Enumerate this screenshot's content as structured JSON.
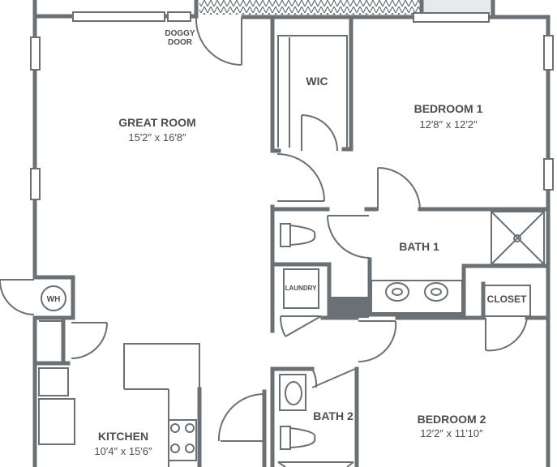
{
  "colors": {
    "wall": "#6b7075",
    "line": "#6b7075",
    "fill_dark": "#6b7075",
    "patio_hatch": "#6b7075",
    "background": "#ffffff"
  },
  "rooms": {
    "great_room": {
      "name": "GREAT ROOM",
      "dims": "15′2″ x 16′8″"
    },
    "bedroom_1": {
      "name": "BEDROOM 1",
      "dims": "12′8″ x 12′2″"
    },
    "bedroom_2": {
      "name": "BEDROOM 2",
      "dims": "12′2″ x 11′10″"
    },
    "kitchen": {
      "name": "KITCHEN",
      "dims": "10′4″ x 15′6″"
    },
    "bath_1": {
      "name": "BATH 1"
    },
    "bath_2": {
      "name": "BATH 2"
    },
    "wic": {
      "name": "WIC"
    },
    "closet": {
      "name": "CLOSET"
    },
    "laundry": {
      "name": "LAUNDRY"
    },
    "water_heater": {
      "name": "WH"
    }
  },
  "doggy_door": {
    "line1": "DOGGY",
    "line2": "DOOR"
  }
}
